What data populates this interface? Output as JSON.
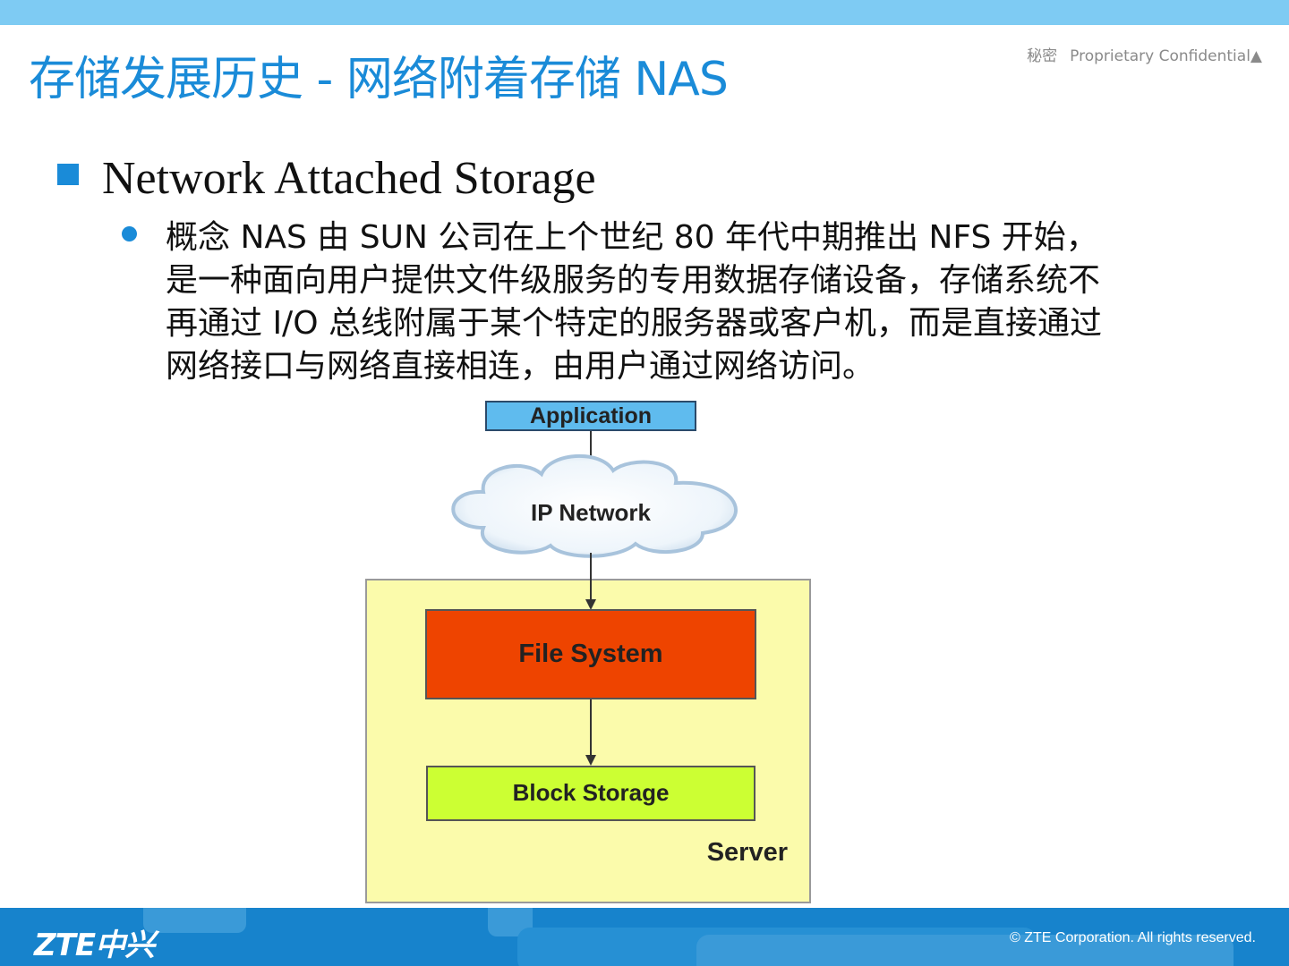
{
  "slide": {
    "title": "存储发展历史 - 网络附着存储 NAS",
    "confidential_secret": "秘密",
    "confidential_label": "Proprietary Confidential▲",
    "heading": "Network Attached Storage",
    "paragraph": "概念 NAS 由 SUN 公司在上个世纪 80 年代中期推出 NFS 开始，是一种面向用户提供文件级服务的专用数据存储设备，存储系统不再通过 I/O 总线附属于某个特定的服务器或客户机，而是直接通过网络接口与网络直接相连，由用户通过网络访问。"
  },
  "diagram": {
    "application": "Application",
    "network": "IP Network",
    "file_system": "File System",
    "block_storage": "Block Storage",
    "server": "Server"
  },
  "footer": {
    "logo": "ZTE中兴",
    "copyright": "© ZTE Corporation. All rights reserved."
  },
  "colors": {
    "accent": "#1a8bd8",
    "top_bar": "#7ecbf3",
    "footer": "#1783cc",
    "application_box": "#5fbbee",
    "server_box": "#fbfbab",
    "file_system_box": "#ee4400",
    "block_storage_box": "#ccff33"
  }
}
